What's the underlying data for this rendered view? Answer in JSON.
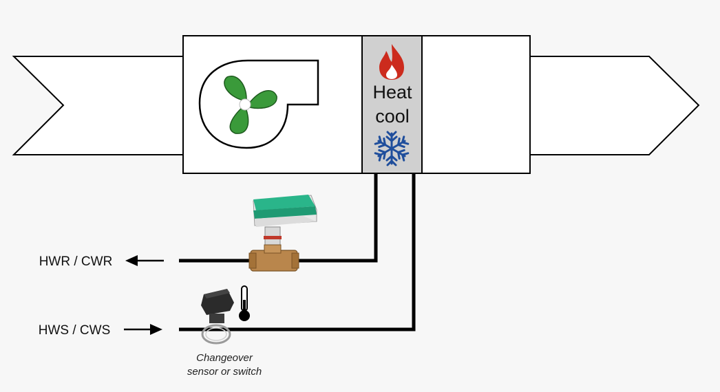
{
  "coil": {
    "line1": "Heat",
    "line2": "cool"
  },
  "pipes": {
    "return_label": "HWR / CWR",
    "supply_label": "HWS / CWS"
  },
  "sensor": {
    "caption_line1": "Changeover",
    "caption_line2": "sensor or switch"
  },
  "icons": {
    "fan": "fan-icon",
    "flame": "flame-icon",
    "snowflake": "snowflake-icon",
    "valve": "valve-actuator-icon",
    "sensor": "changeover-sensor-icon",
    "thermometer": "thermometer-icon"
  },
  "colors": {
    "fan_green": "#3a9a3a",
    "flame_red": "#cc2b1d",
    "snow_blue": "#1f4e9c",
    "coil_gray": "#d0d0d0",
    "actuator_teal": "#2ab58a",
    "brass": "#b9864c"
  }
}
